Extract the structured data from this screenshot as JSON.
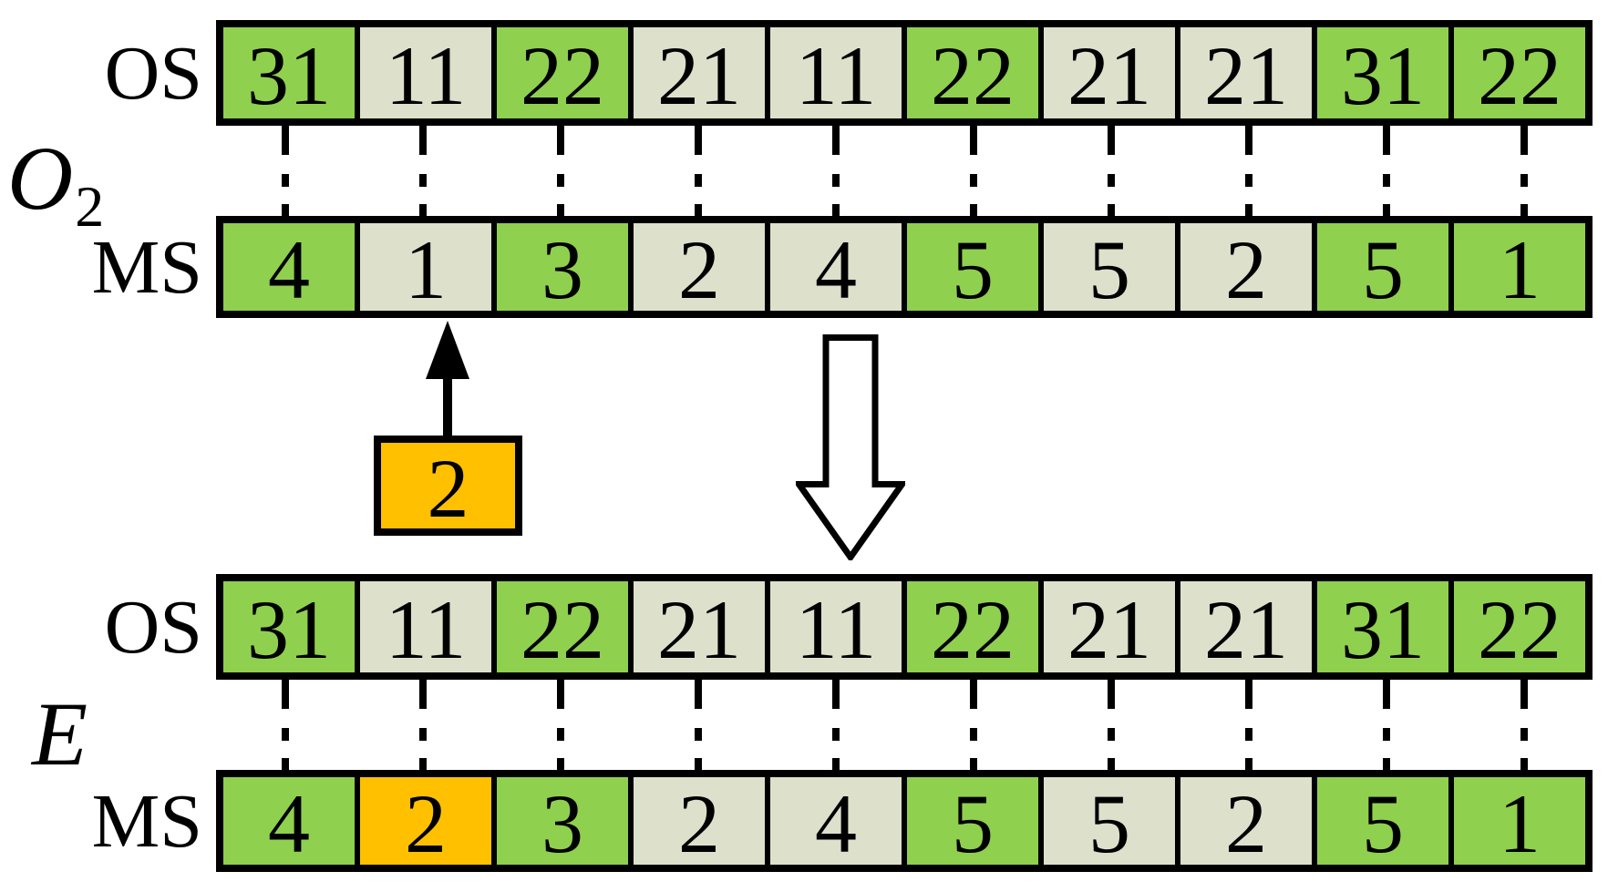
{
  "colors": {
    "green": "#8FD04E",
    "light": "#DDE0CB",
    "orange": "#FFC000",
    "border": "#000000"
  },
  "arrows": {
    "mutation_pointer": "solid-up-arrow",
    "transformation": "hollow-down-arrow"
  },
  "mutation_box": {
    "value": "2"
  },
  "chromosomes": [
    {
      "name": "O2",
      "label_base": "O",
      "label_sub": "2",
      "rows": [
        {
          "label": "OS",
          "cells": [
            {
              "value": "31",
              "color": "green"
            },
            {
              "value": "11",
              "color": "light"
            },
            {
              "value": "22",
              "color": "green"
            },
            {
              "value": "21",
              "color": "light"
            },
            {
              "value": "11",
              "color": "light"
            },
            {
              "value": "22",
              "color": "green"
            },
            {
              "value": "21",
              "color": "light"
            },
            {
              "value": "21",
              "color": "light"
            },
            {
              "value": "31",
              "color": "green"
            },
            {
              "value": "22",
              "color": "green"
            }
          ]
        },
        {
          "label": "MS",
          "cells": [
            {
              "value": "4",
              "color": "green"
            },
            {
              "value": "1",
              "color": "light"
            },
            {
              "value": "3",
              "color": "green"
            },
            {
              "value": "2",
              "color": "light"
            },
            {
              "value": "4",
              "color": "light"
            },
            {
              "value": "5",
              "color": "green"
            },
            {
              "value": "5",
              "color": "light"
            },
            {
              "value": "2",
              "color": "light"
            },
            {
              "value": "5",
              "color": "green"
            },
            {
              "value": "1",
              "color": "green"
            }
          ]
        }
      ]
    },
    {
      "name": "E",
      "label_base": "E",
      "label_sub": "",
      "rows": [
        {
          "label": "OS",
          "cells": [
            {
              "value": "31",
              "color": "green"
            },
            {
              "value": "11",
              "color": "light"
            },
            {
              "value": "22",
              "color": "green"
            },
            {
              "value": "21",
              "color": "light"
            },
            {
              "value": "11",
              "color": "light"
            },
            {
              "value": "22",
              "color": "green"
            },
            {
              "value": "21",
              "color": "light"
            },
            {
              "value": "21",
              "color": "light"
            },
            {
              "value": "31",
              "color": "green"
            },
            {
              "value": "22",
              "color": "green"
            }
          ]
        },
        {
          "label": "MS",
          "cells": [
            {
              "value": "4",
              "color": "green"
            },
            {
              "value": "2",
              "color": "orange"
            },
            {
              "value": "3",
              "color": "green"
            },
            {
              "value": "2",
              "color": "light"
            },
            {
              "value": "4",
              "color": "light"
            },
            {
              "value": "5",
              "color": "green"
            },
            {
              "value": "5",
              "color": "light"
            },
            {
              "value": "2",
              "color": "light"
            },
            {
              "value": "5",
              "color": "green"
            },
            {
              "value": "1",
              "color": "green"
            }
          ]
        }
      ]
    }
  ]
}
